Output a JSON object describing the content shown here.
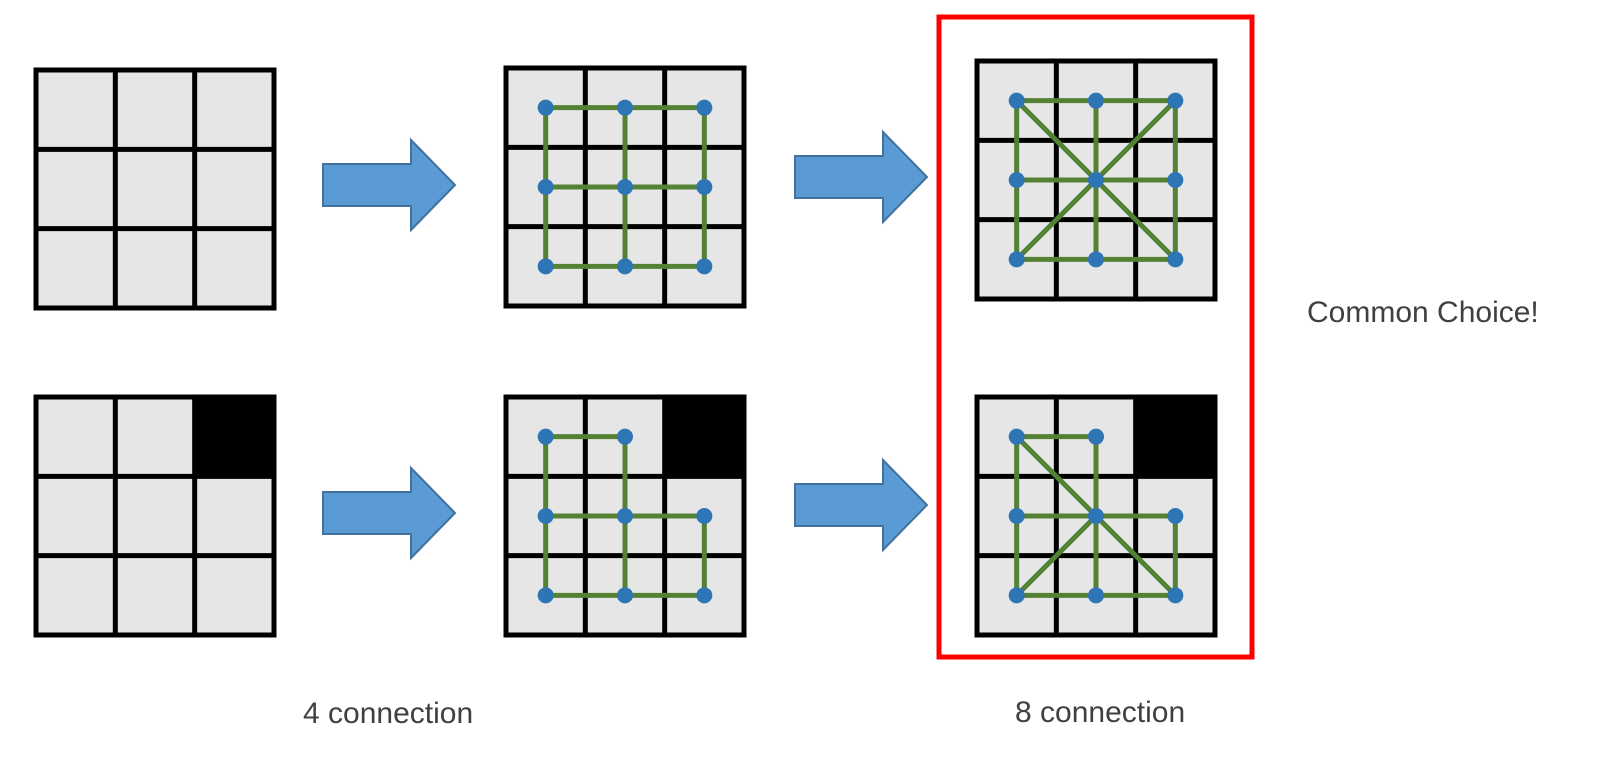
{
  "labels": {
    "four": "4 connection",
    "eight": "8 connection",
    "common": "Common Choice!"
  },
  "colors": {
    "cell_fill": "#e6e6e6",
    "blocked_cell": "#000000",
    "grid_line": "#000000",
    "arrow_fill": "#5b9bd5",
    "arrow_stroke": "#41719c",
    "edge": "#548235",
    "node": "#2e75b6",
    "highlight": "#ff0000"
  },
  "grids": [
    {
      "id": "top-plain",
      "blocked": [],
      "nodes": [],
      "edges": []
    },
    {
      "id": "top-4conn",
      "blocked": [],
      "nodes": [
        [
          0,
          0
        ],
        [
          0,
          1
        ],
        [
          0,
          2
        ],
        [
          1,
          0
        ],
        [
          1,
          1
        ],
        [
          1,
          2
        ],
        [
          2,
          0
        ],
        [
          2,
          1
        ],
        [
          2,
          2
        ]
      ],
      "edges": [
        [
          [
            0,
            0
          ],
          [
            0,
            1
          ]
        ],
        [
          [
            0,
            1
          ],
          [
            0,
            2
          ]
        ],
        [
          [
            1,
            0
          ],
          [
            1,
            1
          ]
        ],
        [
          [
            1,
            1
          ],
          [
            1,
            2
          ]
        ],
        [
          [
            2,
            0
          ],
          [
            2,
            1
          ]
        ],
        [
          [
            2,
            1
          ],
          [
            2,
            2
          ]
        ],
        [
          [
            0,
            0
          ],
          [
            1,
            0
          ]
        ],
        [
          [
            1,
            0
          ],
          [
            2,
            0
          ]
        ],
        [
          [
            0,
            1
          ],
          [
            1,
            1
          ]
        ],
        [
          [
            1,
            1
          ],
          [
            2,
            1
          ]
        ],
        [
          [
            0,
            2
          ],
          [
            1,
            2
          ]
        ],
        [
          [
            1,
            2
          ],
          [
            2,
            2
          ]
        ]
      ]
    },
    {
      "id": "top-8conn",
      "blocked": [],
      "nodes": [
        [
          0,
          0
        ],
        [
          0,
          1
        ],
        [
          0,
          2
        ],
        [
          1,
          0
        ],
        [
          1,
          1
        ],
        [
          1,
          2
        ],
        [
          2,
          0
        ],
        [
          2,
          1
        ],
        [
          2,
          2
        ]
      ],
      "edges": [
        [
          [
            0,
            0
          ],
          [
            0,
            1
          ]
        ],
        [
          [
            0,
            1
          ],
          [
            0,
            2
          ]
        ],
        [
          [
            1,
            0
          ],
          [
            1,
            1
          ]
        ],
        [
          [
            1,
            1
          ],
          [
            1,
            2
          ]
        ],
        [
          [
            2,
            0
          ],
          [
            2,
            1
          ]
        ],
        [
          [
            2,
            1
          ],
          [
            2,
            2
          ]
        ],
        [
          [
            0,
            0
          ],
          [
            1,
            0
          ]
        ],
        [
          [
            1,
            0
          ],
          [
            2,
            0
          ]
        ],
        [
          [
            0,
            1
          ],
          [
            1,
            1
          ]
        ],
        [
          [
            1,
            1
          ],
          [
            2,
            1
          ]
        ],
        [
          [
            0,
            2
          ],
          [
            1,
            2
          ]
        ],
        [
          [
            1,
            2
          ],
          [
            2,
            2
          ]
        ],
        [
          [
            0,
            0
          ],
          [
            1,
            1
          ]
        ],
        [
          [
            1,
            1
          ],
          [
            2,
            2
          ]
        ],
        [
          [
            0,
            2
          ],
          [
            1,
            1
          ]
        ],
        [
          [
            1,
            1
          ],
          [
            2,
            0
          ]
        ]
      ]
    },
    {
      "id": "bottom-plain",
      "blocked": [
        [
          0,
          2
        ]
      ],
      "nodes": [],
      "edges": []
    },
    {
      "id": "bottom-4conn",
      "blocked": [
        [
          0,
          2
        ]
      ],
      "nodes": [
        [
          0,
          0
        ],
        [
          0,
          1
        ],
        [
          1,
          0
        ],
        [
          1,
          1
        ],
        [
          1,
          2
        ],
        [
          2,
          0
        ],
        [
          2,
          1
        ],
        [
          2,
          2
        ]
      ],
      "edges": [
        [
          [
            0,
            0
          ],
          [
            0,
            1
          ]
        ],
        [
          [
            1,
            0
          ],
          [
            1,
            1
          ]
        ],
        [
          [
            1,
            1
          ],
          [
            1,
            2
          ]
        ],
        [
          [
            2,
            0
          ],
          [
            2,
            1
          ]
        ],
        [
          [
            2,
            1
          ],
          [
            2,
            2
          ]
        ],
        [
          [
            0,
            0
          ],
          [
            1,
            0
          ]
        ],
        [
          [
            1,
            0
          ],
          [
            2,
            0
          ]
        ],
        [
          [
            0,
            1
          ],
          [
            1,
            1
          ]
        ],
        [
          [
            1,
            1
          ],
          [
            2,
            1
          ]
        ],
        [
          [
            1,
            2
          ],
          [
            2,
            2
          ]
        ]
      ]
    },
    {
      "id": "bottom-8conn",
      "blocked": [
        [
          0,
          2
        ]
      ],
      "nodes": [
        [
          0,
          0
        ],
        [
          0,
          1
        ],
        [
          1,
          0
        ],
        [
          1,
          1
        ],
        [
          1,
          2
        ],
        [
          2,
          0
        ],
        [
          2,
          1
        ],
        [
          2,
          2
        ]
      ],
      "edges": [
        [
          [
            0,
            0
          ],
          [
            0,
            1
          ]
        ],
        [
          [
            1,
            0
          ],
          [
            1,
            1
          ]
        ],
        [
          [
            1,
            1
          ],
          [
            1,
            2
          ]
        ],
        [
          [
            2,
            0
          ],
          [
            2,
            1
          ]
        ],
        [
          [
            2,
            1
          ],
          [
            2,
            2
          ]
        ],
        [
          [
            0,
            0
          ],
          [
            1,
            0
          ]
        ],
        [
          [
            1,
            0
          ],
          [
            2,
            0
          ]
        ],
        [
          [
            0,
            1
          ],
          [
            1,
            1
          ]
        ],
        [
          [
            1,
            1
          ],
          [
            2,
            1
          ]
        ],
        [
          [
            1,
            2
          ],
          [
            2,
            2
          ]
        ],
        [
          [
            0,
            0
          ],
          [
            1,
            1
          ]
        ],
        [
          [
            1,
            1
          ],
          [
            2,
            2
          ]
        ],
        [
          [
            1,
            1
          ],
          [
            2,
            0
          ]
        ]
      ]
    }
  ]
}
